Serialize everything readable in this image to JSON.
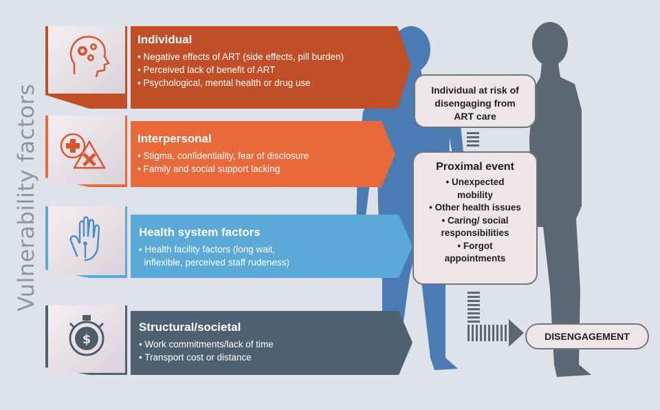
{
  "vertical_label": "Vulnerability factors",
  "bands": [
    {
      "title": "Individual",
      "bullets": [
        "• Negative effects of ART (side effects, pill burden)",
        "• Perceived lack of benefit of ART",
        "• Psychological, mental health or drug use"
      ],
      "color": "#c04e26",
      "icon": "head-gears-icon"
    },
    {
      "title": "Interpersonal",
      "bullets": [
        "• Stigma, confidentiality, fear of disclosure",
        "• Family and social support lacking"
      ],
      "color": "#e8693a",
      "icon": "health-warning-icon"
    },
    {
      "title": "Health system factors",
      "bullets": [
        "• Health facility factors (long wait,",
        "  inflexible, perceived staff rudeness)"
      ],
      "color": "#5aa9d6",
      "icon": "hand-icon"
    },
    {
      "title": "Structural/societal",
      "bullets": [
        "• Work commitments/lack of time",
        "• Transport cost or distance"
      ],
      "color": "#4e6170",
      "icon": "stopwatch-dollar-icon"
    }
  ],
  "risk_box": {
    "lines": [
      "Individual at risk of",
      "disengaging from",
      "ART care"
    ]
  },
  "proximal_box": {
    "title": "Proximal event",
    "items": [
      "• Unexpected",
      "mobility",
      "• Other health issues",
      "• Caring/ social",
      "responsibilities",
      "• Forgot",
      "appointments"
    ]
  },
  "outcome_label": "DISENGAGEMENT",
  "colors": {
    "background": "#dfe3e9",
    "figure_front": "#4a7bb3",
    "figure_back": "#5b6773",
    "icon_tile": "#e9e2e6",
    "icon_stroke": "#d9552e",
    "icon_stroke_blue": "#4a8fc7",
    "icon_stroke_dark": "#4e5c68",
    "box_fill": "#eee6e6",
    "box_border": "#6e7680"
  }
}
